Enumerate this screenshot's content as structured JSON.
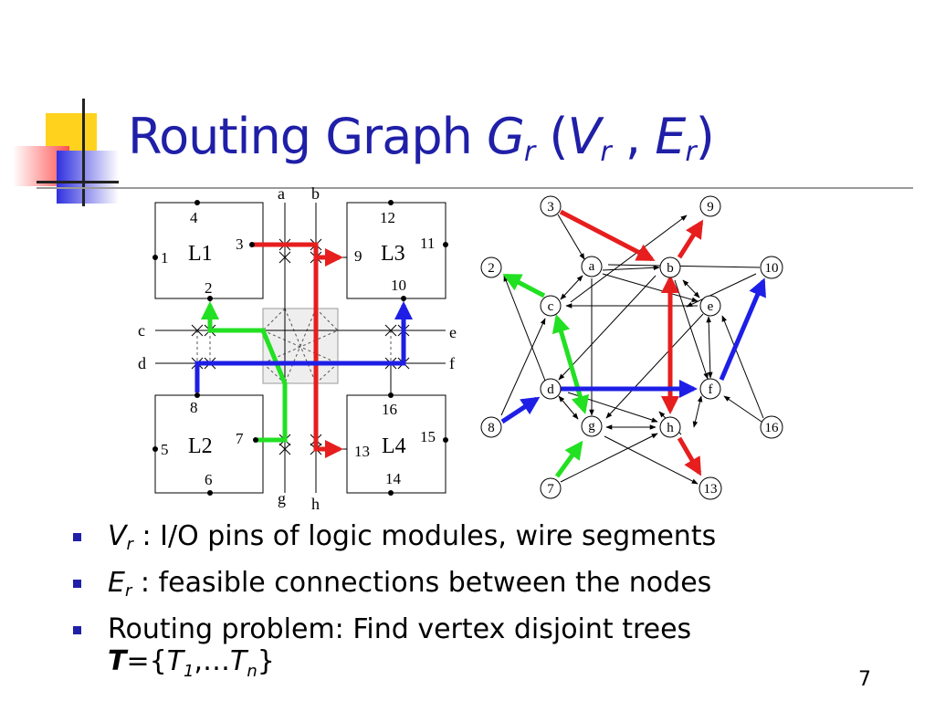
{
  "slide": {
    "title_prefix": "Routing Graph ",
    "title_G": "G",
    "title_G_sub": "r",
    "title_open": " (",
    "title_V": "V",
    "title_V_sub": "r",
    "title_sep": " ,  ",
    "title_E": "E",
    "title_E_sub": "r",
    "title_close": ")",
    "page_number": "7"
  },
  "bullets": [
    {
      "symbol": "V",
      "sub": "r",
      "text": " : I/O pins of logic modules, wire segments"
    },
    {
      "symbol": "E",
      "sub": "r",
      "text": " : feasible connections between the nodes"
    },
    {
      "text": "Routing problem: Find vertex disjoint trees",
      "line2_T": "T",
      "line2_eq": "={",
      "line2_T1": "T",
      "line2_T1_sub": "1",
      "line2_mid": ",…",
      "line2_Tn": "T",
      "line2_Tn_sub": "n",
      "line2_close": "}"
    }
  ],
  "left_diagram": {
    "modules": [
      "L1",
      "L2",
      "L3",
      "L4"
    ],
    "track_labels": [
      "a",
      "b",
      "c",
      "d",
      "e",
      "f",
      "g",
      "h"
    ],
    "pins": [
      "1",
      "2",
      "3",
      "4",
      "5",
      "6",
      "7",
      "8",
      "9",
      "10",
      "11",
      "12",
      "13",
      "14",
      "15",
      "16"
    ]
  },
  "graph": {
    "nodes": [
      "3",
      "9",
      "2",
      "a",
      "b",
      "10",
      "c",
      "e",
      "d",
      "f",
      "8",
      "g",
      "h",
      "16",
      "7",
      "13"
    ]
  },
  "colors": {
    "title": "#1f1fa8",
    "red": "#e61e1e",
    "green": "#22e022",
    "blue": "#1e1ee6"
  }
}
